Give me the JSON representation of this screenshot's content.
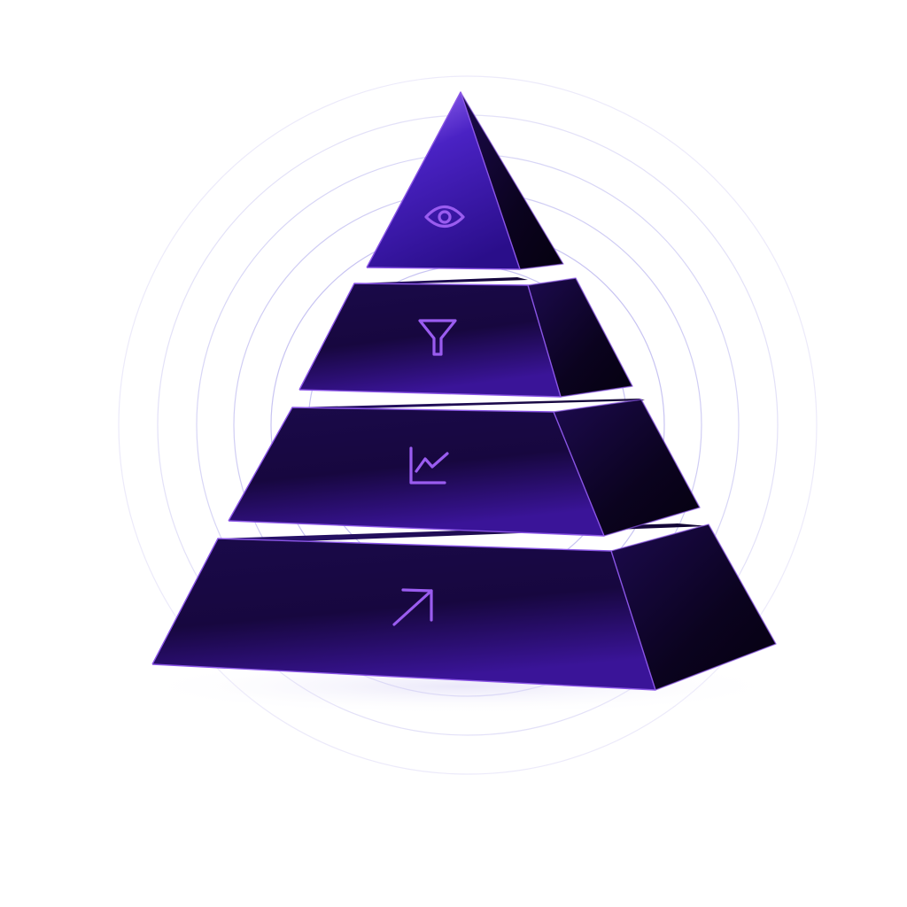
{
  "diagram": {
    "type": "layered-pyramid",
    "background": "#ffffff",
    "colors": {
      "front_light": "#3a1498",
      "front_dark": "#0e0530",
      "side_dark": "#08021a",
      "edge": "#8a55e6",
      "icon": "#9a5cf0",
      "rings": "#c8c4f2"
    },
    "tiers": [
      {
        "level": 1,
        "icon": "eye-icon"
      },
      {
        "level": 2,
        "icon": "funnel-icon"
      },
      {
        "level": 3,
        "icon": "line-chart-icon"
      },
      {
        "level": 4,
        "icon": "arrow-up-right-icon"
      }
    ]
  }
}
